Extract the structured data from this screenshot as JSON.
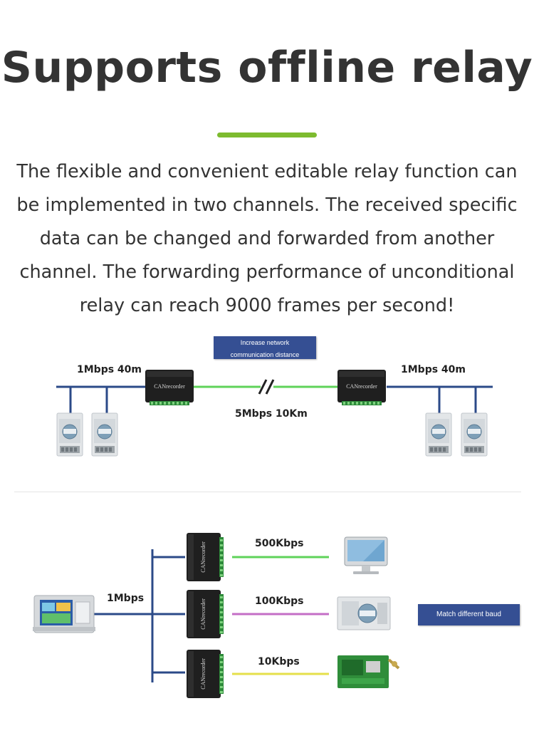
{
  "title": "Supports offline relay",
  "description": "The flexible and convenient editable relay function can be implemented in two channels. The received specific data can be changed and forwarded from another channel. The forwarding performance of unconditional relay can reach 9000 frames per second!",
  "diagram1": {
    "banner_line1": "Increase network",
    "banner_line2": "communication distance",
    "left_speed": "1Mbps 40m",
    "right_speed": "1Mbps 40m",
    "link_speed": "5Mbps 10Km",
    "device_label": "CANrecorder",
    "line_colors": {
      "bus": "#2b4a88",
      "link": "#5fd35a"
    }
  },
  "diagram2": {
    "source_speed": "1Mbps",
    "branches": [
      {
        "speed": "500Kbps",
        "color": "#5fd35a"
      },
      {
        "speed": "100Kbps",
        "color": "#c46ec6"
      },
      {
        "speed": "10Kbps",
        "color": "#e5df4a"
      }
    ],
    "badge": "Match different baud",
    "device_label": "CANrecorder"
  },
  "colors": {
    "accent": "#7dbb2f",
    "navy": "#354f93"
  }
}
